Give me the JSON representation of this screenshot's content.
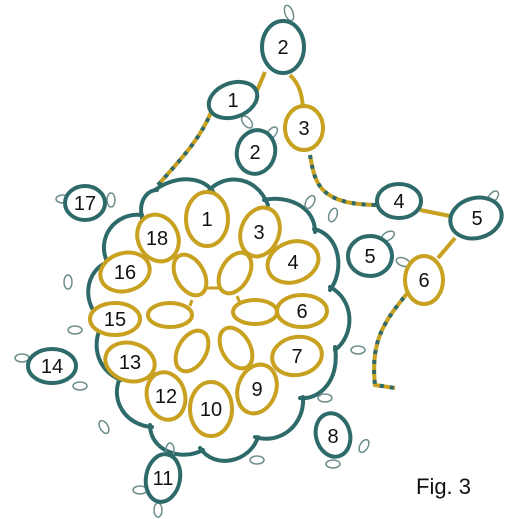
{
  "caption": "Fig. 3",
  "colors": {
    "teal": "#2f6a6a",
    "gold": "#c7a11f",
    "picot": "#6d8c8c",
    "text": "#111111"
  },
  "outer_rings": [
    {
      "label": "1"
    },
    {
      "label": "2"
    },
    {
      "label": "2"
    },
    {
      "label": "3"
    },
    {
      "label": "4"
    },
    {
      "label": "5"
    },
    {
      "label": "5"
    },
    {
      "label": "6"
    },
    {
      "label": "8"
    },
    {
      "label": "11"
    },
    {
      "label": "14"
    },
    {
      "label": "17"
    }
  ],
  "inner_rings": [
    {
      "label": "1"
    },
    {
      "label": "3"
    },
    {
      "label": "4"
    },
    {
      "label": "6"
    },
    {
      "label": "7"
    },
    {
      "label": "9"
    },
    {
      "label": "10"
    },
    {
      "label": "12"
    },
    {
      "label": "13"
    },
    {
      "label": "15"
    },
    {
      "label": "16"
    },
    {
      "label": "18"
    }
  ]
}
